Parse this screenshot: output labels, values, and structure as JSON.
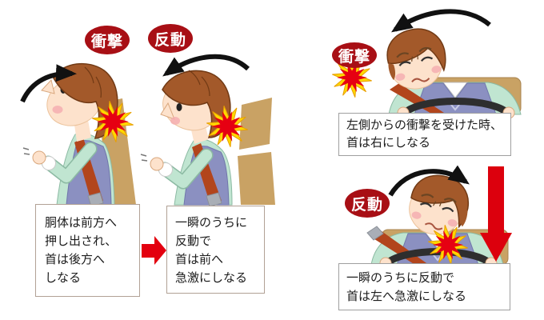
{
  "diagram": {
    "left_sequence": {
      "impact_label": "衝撃",
      "recoil_label": "反動",
      "impact_caption": [
        "胴体は前方へ",
        "押し出され、",
        "首は後方へ",
        "しなる"
      ],
      "recoil_caption": [
        "一瞬のうちに",
        "反動で",
        "首は前へ",
        "急激にしなる"
      ]
    },
    "right_sequence": {
      "impact_label": "衝撃",
      "recoil_label": "反動",
      "impact_caption": [
        "左側からの衝撃を受けた時、",
        "首は右にしなる"
      ],
      "recoil_caption": [
        "一瞬のうちに反動で",
        "首は左へ急激にしなる"
      ]
    },
    "colors": {
      "label_oval_red": "#a80f15",
      "burst_red": "#e60012",
      "burst_yellow": "#ffd800",
      "red_arrow": "#dc000d",
      "black_arrow": "#111111",
      "seat_tan": "#c9a264",
      "shirt_mint": "#c0e5d1",
      "vest_purple": "#8b90c1",
      "seatbelt_red": "#b2451c",
      "hair_brown": "#a3592a",
      "skin": "#fde2cc"
    }
  }
}
